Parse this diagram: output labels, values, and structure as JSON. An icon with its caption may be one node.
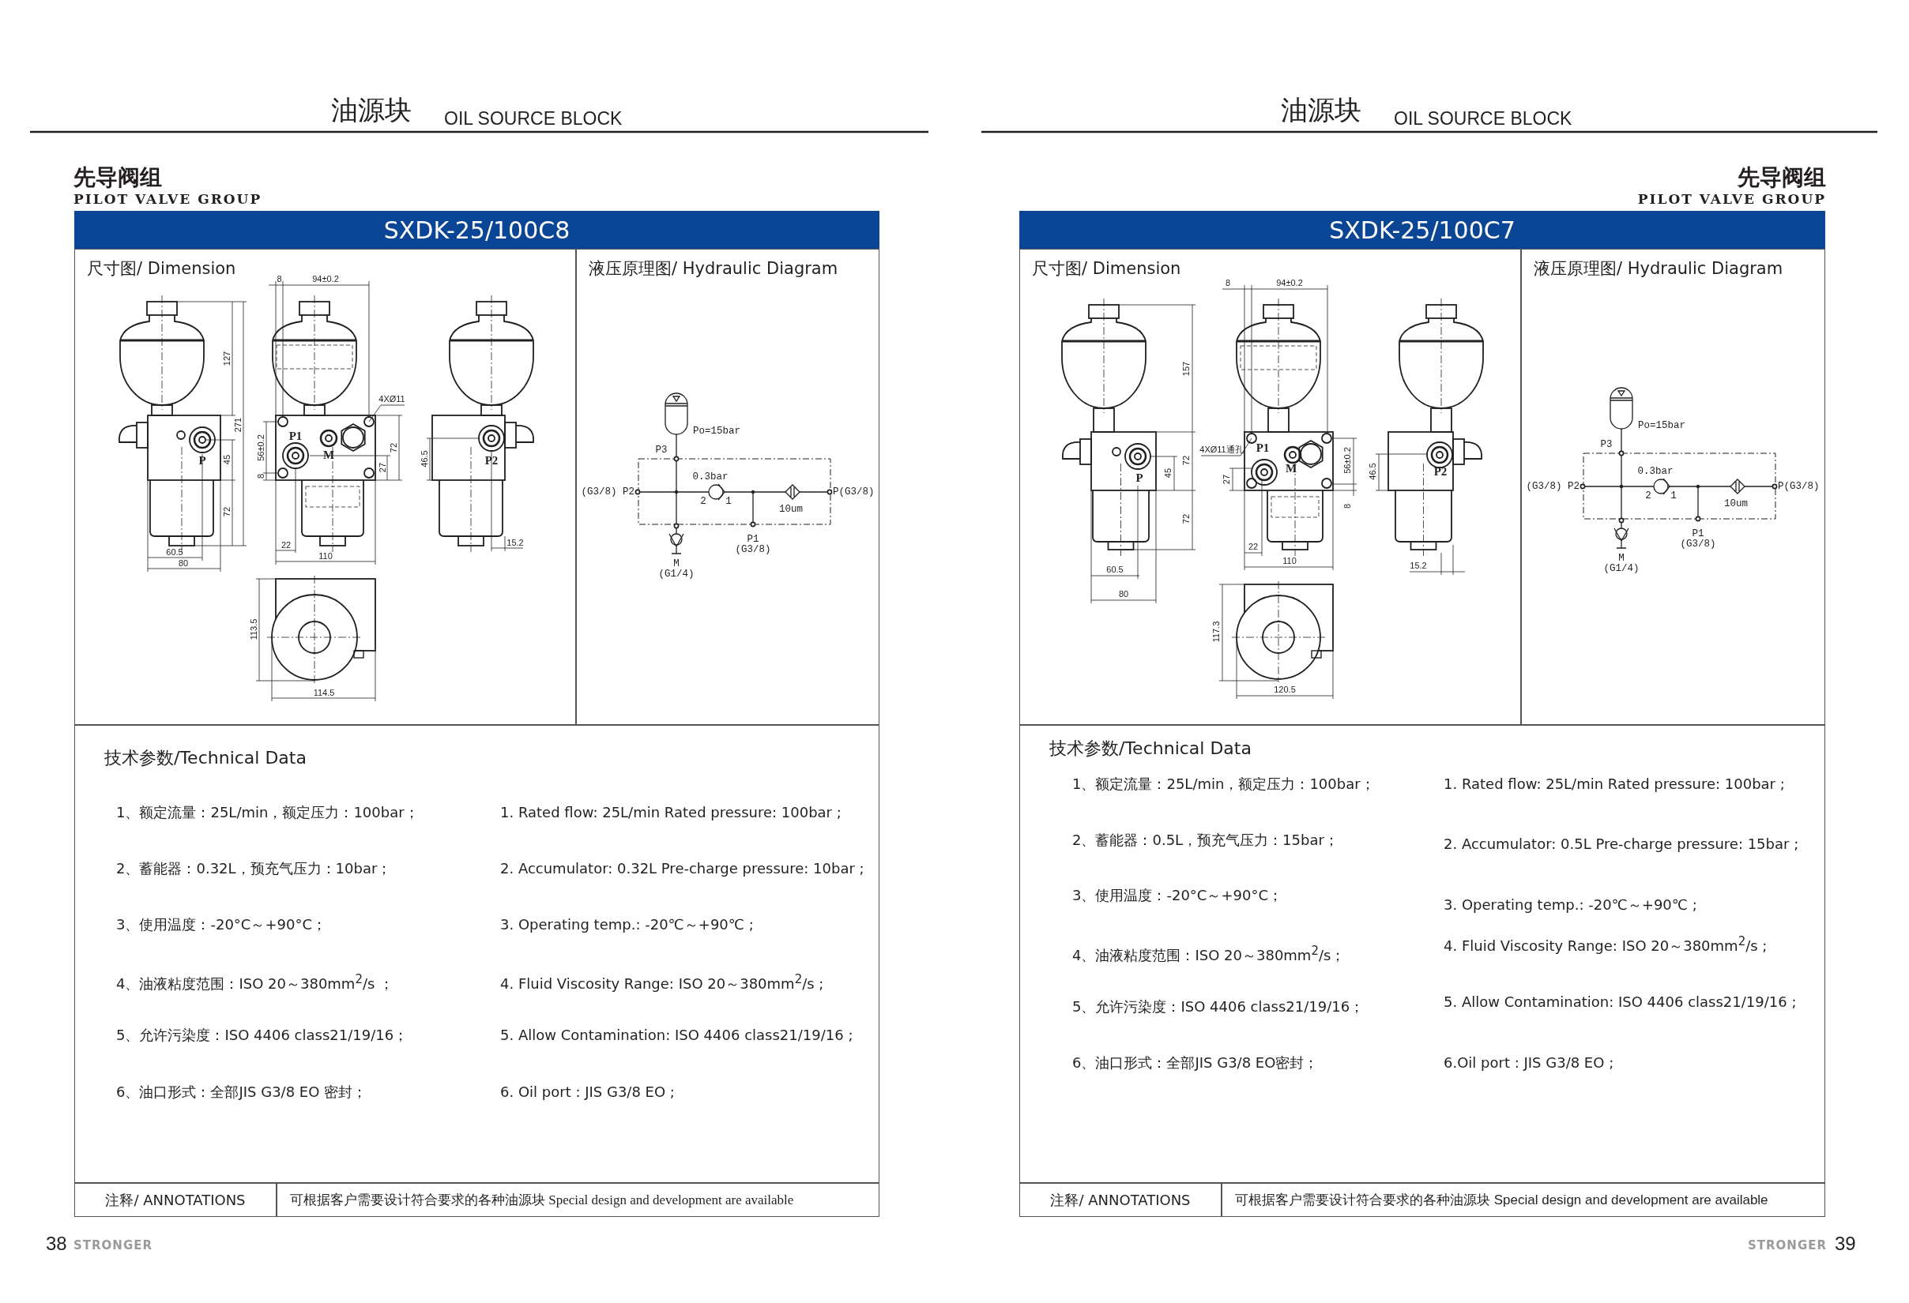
{
  "diagram": {
    "nodes": [
      {
        "text": [
          "SXDK-25/100C8"
        ]
      },
      {
        "text": [
          "尺寸图/ Dimension"
        ]
      },
      {
        "text": [
          "液压原理图/ Hydraulic Diagram"
        ]
      },
      {
        "text": [
          "技术参数/Technical Data",
          "1、额定流量：25L/min，额定压力：100bar；",
          "1. Rated flow: 25L/min Rated pressure: 100bar ;",
          "2、蓄能器：0.32L，预充气压力：10bar；",
          "2. Accumulator: 0.32L Pre-charge pressure: 10bar ;",
          "3、使用温度：-20°C～+90°C；",
          "3. Operating temp.: -20℃～+90℃ ;",
          "4、油液粘度范围：ISO 20～380mm$^{2}$/s ；",
          "4. Fluid Viscosity Range: ISO 20～380mm$^{2}$/s ;",
          "5、允许污染度：ISO 4406 class21/19/16；",
          "5. Allow Contamination: ISO 4406 class21/19/16 ;",
          "6、油口形式：全部JIS G3/8 EO 密封；",
          "6. Oil port : JIS G3/8 EO ;"
        ]
      },
      {
        "text": [
          "注释/ ANNOTATIONS"
        ]
      },
      {
        "text": [
          "可根据客户需要设计符合要求的各种油源块 Special design and development are available"
        ]
      },
      {
        "text": [
          "SXDK-25/100C7"
        ]
      },
      {
        "text": [
          "尺寸图/ Dimension"
        ]
      },
      {
        "text": [
          "液压原理图/ Hydraulic Diagram"
        ]
      },
      {
        "text": [
          "技术参数/Technical Data",
          "1、额定流量：25L/min，额定压力：100bar；",
          "1. Rated flow: 25L/min Rated pressure: 100bar ;",
          "2、蓄能器：0.5L，预充气压力：15bar；",
          "2. Accumulator: 0.5L Pre-charge pressure: 15bar ;",
          "3、使用温度：-20°C～+90°C；",
          "3. Operating temp.: -20℃～+90℃ ;",
          "4、油液粘度范围：ISO 20～380mm$^{2}$/s；",
          "4. Fluid Viscosity Range: ISO 20～380mm$^{2}$/s ;",
          "5、允许污染度：ISO 4406 class21/19/16；",
          "5. Allow Contamination: ISO 4406 class21/19/16 ;",
          "6、油口形式：全部JIS G3/8 EO密封；",
          "6.Oil port : JIS G3/8 EO ;"
        ]
      },
      {
        "text": [
          "注释/ ANNOTATIONS"
        ]
      },
      {
        "text": [
          "可根据客户需要设计符合要求的各种油源块 Special design and development are available"
        ]
      }
    ],
    "labels": [
      "油源块",
      "OIL SOURCE BLOCK",
      "先导阀组",
      "PILOT VALVE GROUP",
      "8",
      "94±0.2",
      "127",
      "271",
      "45",
      "72",
      "4XØ11",
      "P",
      "P1",
      "M",
      "56±0.2",
      "8",
      "72",
      "27",
      "46.5",
      "P2",
      "60.5",
      "80",
      "22",
      "110",
      "15.2",
      "113.5",
      "114.5",
      "Po=15bar",
      "P3",
      "0.3bar",
      "(G3/8) P2",
      "2",
      "1",
      "P(G3/8)",
      "10um",
      "P1",
      "(G3/8)",
      "M",
      "(G1/4)",
      "38",
      "STRONGER",
      "油源块",
      "OIL SOURCE BLOCK",
      "先导阀组",
      "PILOT VALVE GROUP",
      "8",
      "94±0.2",
      "157",
      "72",
      "45",
      "72",
      "4XØ11通孔",
      "P1",
      "M",
      "P",
      "56±0.2",
      "27",
      "8",
      "46.5",
      "P2",
      "22",
      "110",
      "60.5",
      "15.2",
      "80",
      "117.3",
      "120.5",
      "Po=15bar",
      "P3",
      "0.3bar",
      "(G3/8) P2",
      "2",
      "1",
      "P(G3/8)",
      "10um",
      "P1",
      "(G3/8)",
      "M",
      "(G1/4)",
      "STRONGER",
      "39"
    ]
  }
}
